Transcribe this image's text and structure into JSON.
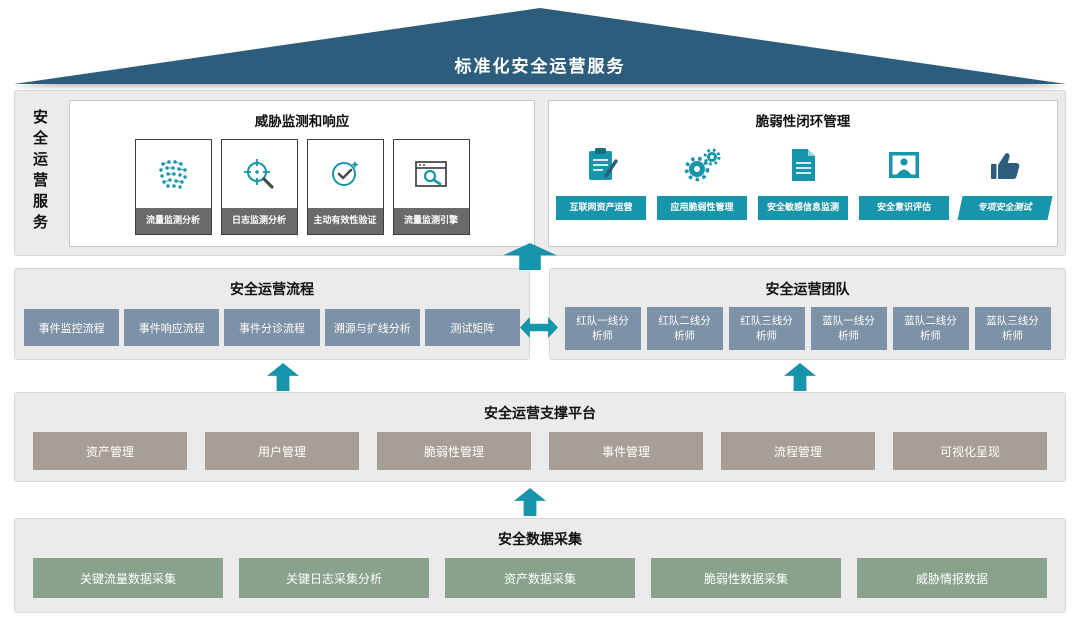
{
  "palette": {
    "roof_navy": "#2d5d7c",
    "teal_accent": "#1795aa",
    "layer_bg": "#ebebeb",
    "process_team_btn": "#7e92a7",
    "platform_btn": "#a79e95",
    "data_btn": "#88a28c",
    "card_label_gray": "#6a6a6a"
  },
  "roof": {
    "title": "标准化安全运营服务"
  },
  "services_layer": {
    "side_label": "安全运营服务",
    "threat": {
      "title": "威胁监测和响应",
      "items": [
        {
          "label": "流量监测分析",
          "icon": "network-dots-icon"
        },
        {
          "label": "日志监测分析",
          "icon": "crosshair-magnifier-icon"
        },
        {
          "label": "主动有效性验证",
          "icon": "check-circle-icon"
        },
        {
          "label": "流量监测引擎",
          "icon": "browser-search-icon"
        }
      ]
    },
    "vulnerability": {
      "title": "脆弱性闭环管理",
      "items": [
        {
          "label": "互联网资产运营",
          "icon": "clipboard-pencil-icon"
        },
        {
          "label": "应用脆弱性管理",
          "icon": "gears-icon"
        },
        {
          "label": "安全敏感信息监测",
          "icon": "document-icon"
        },
        {
          "label": "安全意识评估",
          "icon": "photo-person-icon"
        },
        {
          "label": "专项安全测试",
          "icon": "thumbs-up-icon"
        }
      ]
    }
  },
  "process_layer": {
    "title": "安全运营流程",
    "items": [
      "事件监控流程",
      "事件响应流程",
      "事件分诊流程",
      "溯源与扩线分析",
      "测试矩阵"
    ]
  },
  "team_layer": {
    "title": "安全运营团队",
    "items": [
      "红队一线分析师",
      "红队二线分析师",
      "红队三线分析师",
      "蓝队一线分析师",
      "蓝队二线分析师",
      "蓝队三线分析师"
    ]
  },
  "platform_layer": {
    "title": "安全运营支撑平台",
    "items": [
      "资产管理",
      "用户管理",
      "脆弱性管理",
      "事件管理",
      "流程管理",
      "可视化呈现"
    ]
  },
  "data_layer": {
    "title": "安全数据采集",
    "items": [
      "关键流量数据采集",
      "关键日志采集分析",
      "资产数据采集",
      "脆弱性数据采集",
      "威胁情报数据"
    ]
  }
}
